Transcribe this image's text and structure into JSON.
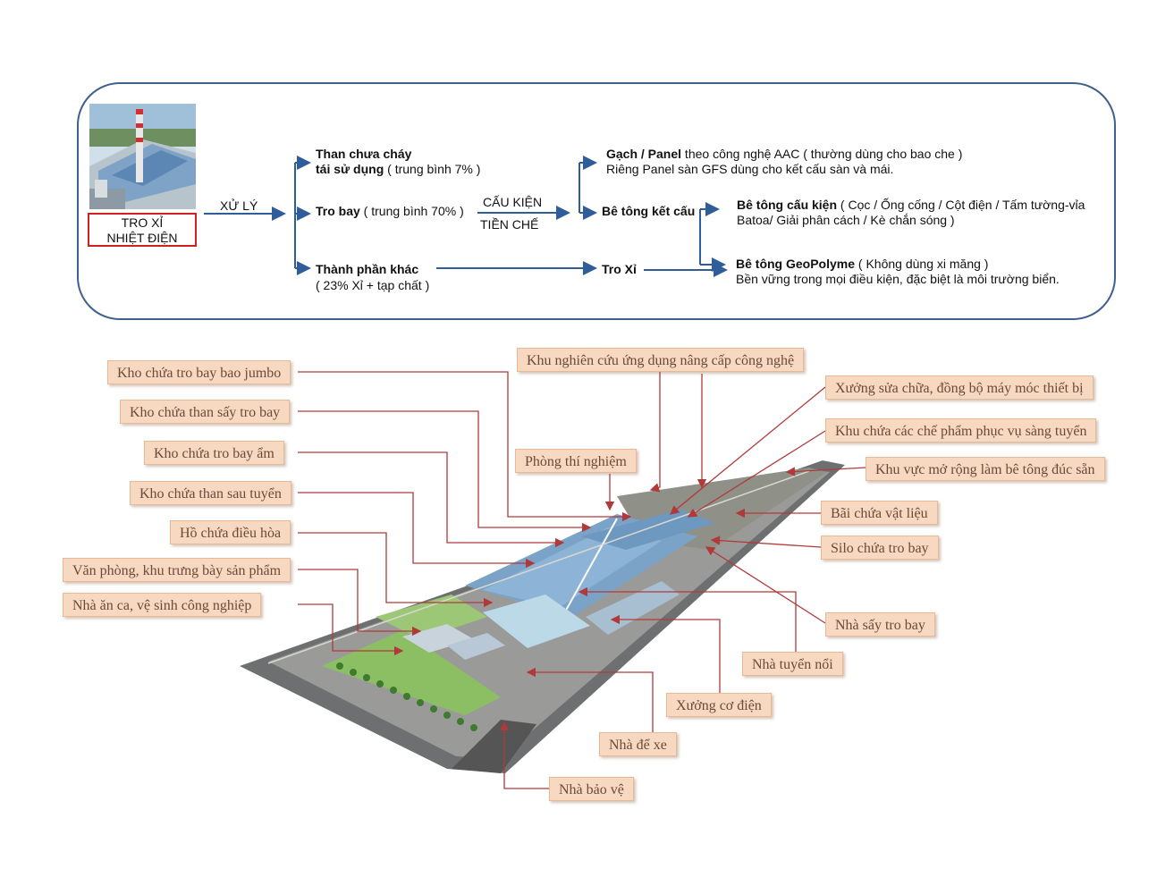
{
  "flow": {
    "source_label_1": "TRO XỈ",
    "source_label_2": "NHIỆT ĐIỆN",
    "process_label": "XỬ LÝ",
    "branch1_bold_1": "Than chưa cháy",
    "branch1_bold_2": "tái sử dụng",
    "branch1_note": " ( trung bình 7% )",
    "branch2_bold": "Tro bay",
    "branch2_note": " ( trung bình 70% )",
    "branch3_bold": "Thành phần khác",
    "branch3_note": "( 23% Xỉ + tạp chất )",
    "mid_label_1": "CẤU KIỆN",
    "mid_label_2": "TIỀN CHẾ",
    "gach_bold": "Gạch / Panel",
    "gach_rest": " theo công nghệ AAC ( thường dùng cho bao che )",
    "gach_line2": "Riêng Panel sàn GFS dùng cho kết cấu sàn và mái.",
    "betong_ket_cau": "Bê tông kết cấu",
    "betong_cau_kien_bold": "Bê tông cấu kiện",
    "betong_cau_kien_rest": " ( Cọc / Ống cống / Cột điện / Tấm tường-vỉa",
    "betong_cau_kien_line2": "Batoa/ Giải phân cách / Kè chắn sóng )",
    "tro_xi": "Tro Xỉ",
    "geo_bold": "Bê tông GeoPolyme",
    "geo_rest": " ( Không dùng xi măng )",
    "geo_line2": "Bền vững trong mọi điều kiện, đặc biệt là môi trường biển."
  },
  "labels": {
    "kho_jumbo": "Kho chứa tro bay bao jumbo",
    "kho_than_say": "Kho chứa than sấy tro bay",
    "kho_tro_am": "Kho chứa tro bay ẩm",
    "kho_than_tuyen": "Kho chứa than sau tuyển",
    "ho_dieu_hoa": "Hồ chứa điều hòa",
    "van_phong": "Văn phòng, khu trưng bày sản phẩm",
    "nha_an": "Nhà ăn ca, vệ sinh công nghiệp",
    "khu_nghien_cuu": "Khu nghiên cứu ứng dụng nâng cấp công nghệ",
    "phong_thi_nghiem": "Phòng thí nghiệm",
    "xuong_sua_chua": "Xưởng sửa chữa, đồng bộ máy móc thiết bị",
    "khu_che_pham": "Khu chứa các chế phẩm phục vụ sàng tuyển",
    "khu_mo_rong": "Khu vực mở rộng làm bê tông đúc sẵn",
    "bai_vat_lieu": "Bãi chứa vật liệu",
    "silo": "Silo chứa tro bay",
    "nha_say": "Nhà sấy tro bay",
    "nha_tuyen": "Nhà tuyển nổi",
    "xuong_co_dien": "Xưởng cơ điện",
    "nha_de_xe": "Nhà để xe",
    "nha_bao_ve": "Nhà bảo vệ"
  },
  "colors": {
    "flow_border": "#3f5f8f",
    "arrow": "#2f5d9a",
    "label_fill": "#f7d8c1",
    "label_text": "#6b4a3a",
    "leader_line": "#b03a3a",
    "source_border": "#d02020"
  }
}
